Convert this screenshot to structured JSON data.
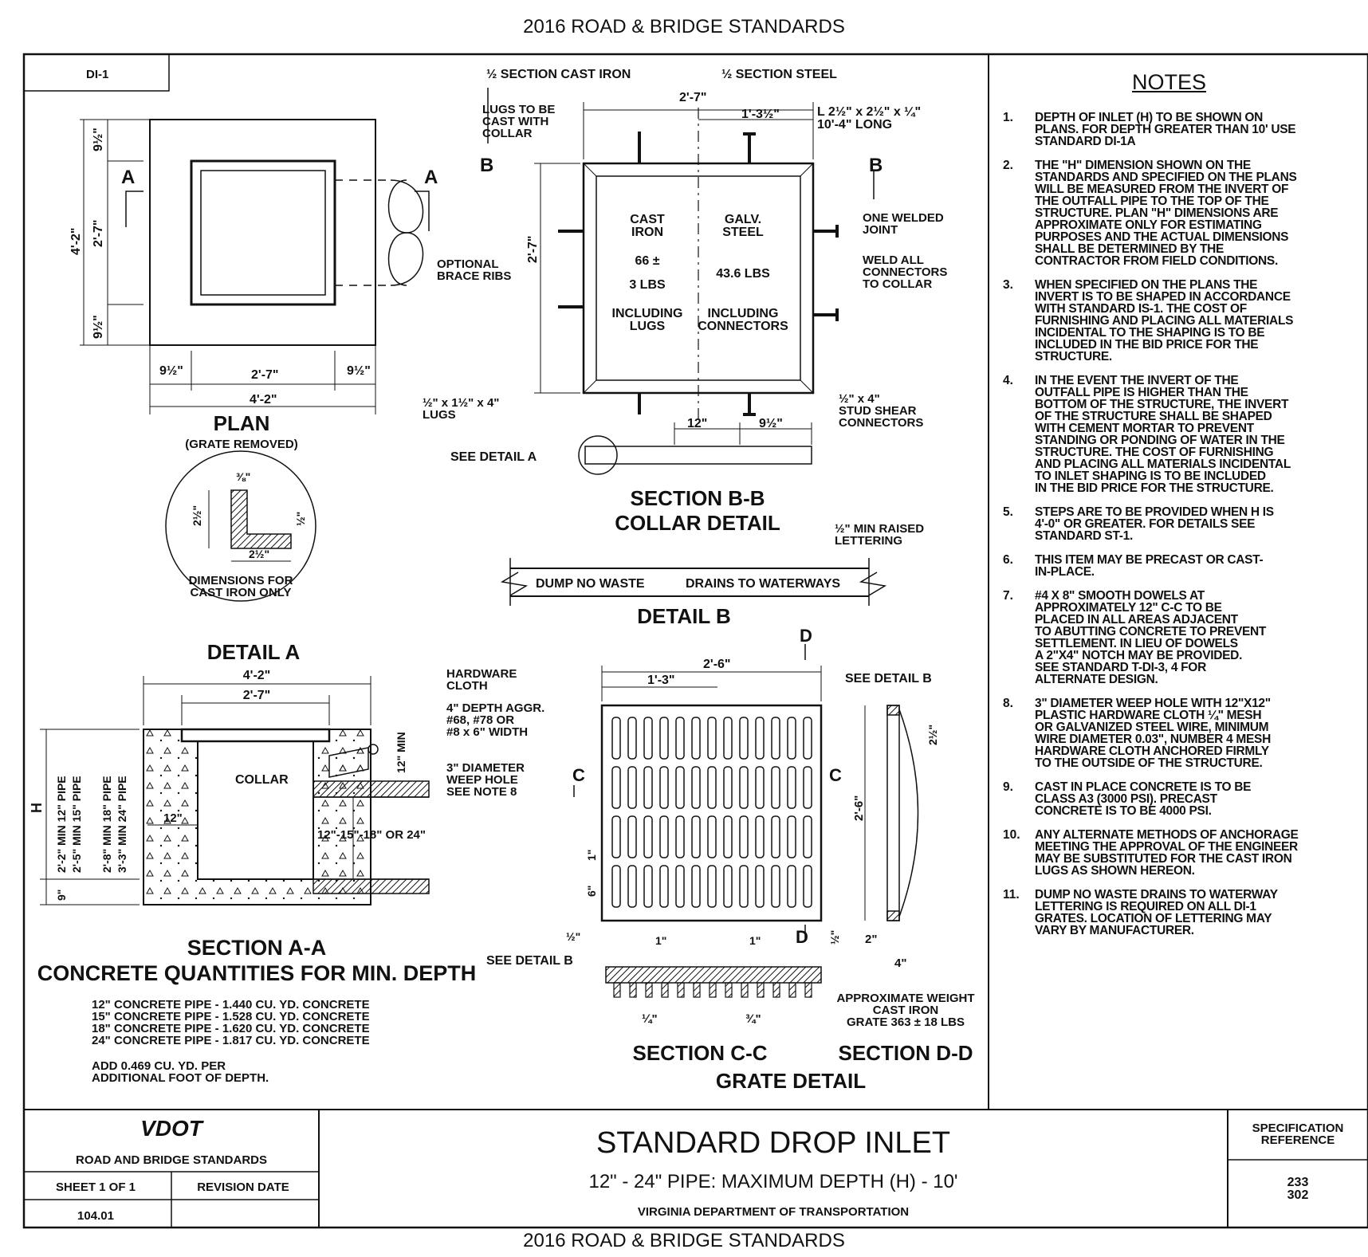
{
  "header": {
    "top": "2016 ROAD & BRIDGE STANDARDS",
    "bottom": "2016 ROAD & BRIDGE STANDARDS"
  },
  "drawing_id": "DI-1",
  "plan": {
    "title": "PLAN",
    "subtitle": "(GRATE REMOVED)",
    "dim_top": "9½\"",
    "dim_mid": "2'-7\"",
    "dim_bot": "9½\"",
    "dim_total": "4'-2\"",
    "bottom_left": "9½\"",
    "bottom_mid": "2'-7\"",
    "bottom_right": "9½\"",
    "bottom_total": "4'-2\"",
    "section_mark": "A"
  },
  "detail_a": {
    "title": "DETAIL A",
    "note": "DIMENSIONS FOR\nCAST IRON ONLY",
    "d1": "⅜\"",
    "d2": "2½\"",
    "d3": "½\"",
    "d4": "2½\""
  },
  "section_bb": {
    "half_cast": "½ SECTION CAST IRON",
    "half_steel": "½ SECTION STEEL",
    "width": "2'-7\"",
    "half": "1'-3½\"",
    "angle": "L 2½\" x 2½\" x ¼\"\n10'-4\" LONG",
    "lugs_collar": "LUGS TO BE\nCAST WITH\nCOLLAR",
    "cast_iron": "CAST\nIRON",
    "galv_steel": "GALV.\nSTEEL",
    "weight_ci": "66 ±",
    "weight_ci2": "3 LBS",
    "weight_st": "43.6 LBS",
    "incl_lugs": "INCLUDING\nLUGS",
    "incl_conn": "INCLUDING\nCONNECTORS",
    "brace": "OPTIONAL\nBRACE RIBS",
    "welded": "ONE WELDED\nJOINT",
    "weld_all": "WELD ALL\nCONNECTORS\nTO COLLAR",
    "height": "2'-7\"",
    "lugs": "½\" x 1½\" x 4\"\nLUGS",
    "stud": "½\" x 4\"\nSTUD SHEAR\nCONNECTORS",
    "d12": "12\"",
    "d95": "9½\"",
    "see_detail_a": "SEE DETAIL A",
    "title1": "SECTION B-B",
    "title2": "COLLAR DETAIL",
    "mark": "B"
  },
  "detail_b": {
    "raised": "½\" MIN RAISED\nLETTERING",
    "text1": "DUMP NO WASTE",
    "text2": "DRAINS TO WATERWAYS",
    "title": "DETAIL B"
  },
  "section_aa": {
    "w_outer": "4'-2\"",
    "w_inner": "2'-7\"",
    "hardware": "HARDWARE\nCLOTH",
    "aggr": "4\" DEPTH AGGR.\n#68, #78 OR\n#8 x 6\" WIDTH",
    "weep": "3\" DIAMETER\nWEEP HOLE\nSEE NOTE 8",
    "collar": "COLLAR",
    "min12": "12\"\nMIN",
    "pipe_sizes": "12\"-15\"-18\" OR 24\"",
    "d12": "12\"",
    "h_label": "H",
    "h_values": [
      "2'-2\" MIN 12\" PIPE",
      "2'-5\" MIN 15\" PIPE",
      "2'-8\" MIN 18\" PIPE",
      "3'-3\" MIN 24\" PIPE"
    ],
    "d9": "9\"",
    "title1": "SECTION A-A",
    "title2": "CONCRETE QUANTITIES FOR MIN. DEPTH",
    "quantities": [
      "12\" CONCRETE PIPE - 1.440 CU. YD. CONCRETE",
      "15\" CONCRETE PIPE - 1.528 CU. YD. CONCRETE",
      "18\" CONCRETE PIPE - 1.620 CU. YD. CONCRETE",
      "24\" CONCRETE PIPE - 1.817 CU. YD. CONCRETE"
    ],
    "add": "ADD 0.469 CU. YD. PER\nADDITIONAL FOOT OF DEPTH."
  },
  "grate": {
    "width": "2'-6\"",
    "half": "1'-3\"",
    "see_detail_b": "SEE DETAIL B",
    "see_detail_b2": "SEE DETAIL B",
    "height": "2'-6\"",
    "d1": "1\"",
    "d6": "6\"",
    "d_half": "½\"",
    "d1a": "1\"",
    "d1b": "1\"",
    "d_quarter": "¼\"",
    "d_34": "¾\"",
    "d25": "2½\"",
    "d_half2": "½\"",
    "d2": "2\"",
    "d4": "4\"",
    "weight": "APPROXIMATE WEIGHT\nCAST IRON\nGRATE 363 ± 18 LBS",
    "sec_c": "SECTION C-C",
    "sec_d": "SECTION D-D",
    "title": "GRATE DETAIL",
    "mark_c": "C",
    "mark_d": "D"
  },
  "notes": {
    "title": "NOTES",
    "items": [
      {
        "n": "1.",
        "t": "DEPTH OF INLET (H) TO BE SHOWN ON\nPLANS. FOR DEPTH GREATER THAN 10' USE\nSTANDARD DI-1A"
      },
      {
        "n": "2.",
        "t": "THE \"H\" DIMENSION SHOWN ON THE\nSTANDARDS AND SPECIFIED ON THE PLANS\nWILL BE MEASURED FROM THE INVERT OF\nTHE OUTFALL PIPE TO THE TOP OF THE\nSTRUCTURE. PLAN \"H\" DIMENSIONS ARE\nAPPROXIMATE ONLY FOR ESTIMATING\nPURPOSES AND THE ACTUAL DIMENSIONS\nSHALL BE DETERMINED BY THE\nCONTRACTOR FROM FIELD CONDITIONS."
      },
      {
        "n": "3.",
        "t": "WHEN SPECIFIED ON THE PLANS THE\nINVERT IS TO BE SHAPED IN ACCORDANCE\nWITH STANDARD IS-1. THE COST OF\nFURNISHING AND PLACING ALL MATERIALS\nINCIDENTAL TO THE SHAPING IS TO BE\nINCLUDED IN THE BID PRICE FOR THE\nSTRUCTURE."
      },
      {
        "n": "4.",
        "t": "IN THE EVENT THE INVERT OF THE\nOUTFALL PIPE IS HIGHER THAN THE\nBOTTOM OF THE STRUCTURE, THE INVERT\nOF THE STRUCTURE SHALL BE SHAPED\nWITH CEMENT MORTAR TO PREVENT\nSTANDING OR PONDING OF WATER IN THE\nSTRUCTURE. THE COST OF FURNISHING\nAND PLACING ALL MATERIALS INCIDENTAL\nTO INLET SHAPING IS TO BE INCLUDED\nIN THE BID PRICE FOR THE STRUCTURE."
      },
      {
        "n": "5.",
        "t": "STEPS ARE TO BE PROVIDED WHEN H IS\n4'-0\" OR GREATER. FOR DETAILS SEE\nSTANDARD ST-1."
      },
      {
        "n": "6.",
        "t": "THIS ITEM MAY BE PRECAST OR CAST-\nIN-PLACE."
      },
      {
        "n": "7.",
        "t": "#4 X 8\" SMOOTH DOWELS AT\nAPPROXIMATELY 12\" C-C TO BE\nPLACED IN ALL AREAS ADJACENT\nTO ABUTTING CONCRETE TO PREVENT\nSETTLEMENT. IN LIEU OF DOWELS\nA 2\"X4\" NOTCH MAY BE PROVIDED.\nSEE STANDARD T-DI-3, 4 FOR\nALTERNATE DESIGN."
      },
      {
        "n": "8.",
        "t": "3\" DIAMETER WEEP HOLE WITH 12\"X12\"\nPLASTIC HARDWARE CLOTH ¼\" MESH\nOR GALVANIZED STEEL WIRE, MINIMUM\nWIRE DIAMETER 0.03\", NUMBER 4 MESH\nHARDWARE CLOTH ANCHORED FIRMLY\nTO THE OUTSIDE OF THE STRUCTURE."
      },
      {
        "n": "9.",
        "t": "CAST IN PLACE CONCRETE IS TO BE\nCLASS A3 (3000 PSI). PRECAST\nCONCRETE IS TO BE 4000 PSI."
      },
      {
        "n": "10.",
        "t": "ANY ALTERNATE METHODS OF ANCHORAGE\nMEETING THE APPROVAL OF THE ENGINEER\nMAY BE SUBSTITUTED FOR THE CAST IRON\nLUGS AS SHOWN HEREON."
      },
      {
        "n": "11.",
        "t": "DUMP NO WASTE DRAINS TO WATERWAY\nLETTERING IS REQUIRED ON ALL DI-1\nGRATES. LOCATION OF LETTERING MAY\nVARY BY MANUFACTURER."
      }
    ]
  },
  "title_block": {
    "logo": "VDOT",
    "org": "ROAD AND BRIDGE STANDARDS",
    "sheet": "SHEET 1 OF 1",
    "revision": "REVISION DATE",
    "number": "104.01",
    "title": "STANDARD DROP INLET",
    "subtitle": "12\" - 24\" PIPE: MAXIMUM DEPTH (H) - 10'",
    "agency": "VIRGINIA DEPARTMENT OF TRANSPORTATION",
    "spec_ref": "SPECIFICATION\nREFERENCE",
    "spec_nums": "233\n302"
  }
}
